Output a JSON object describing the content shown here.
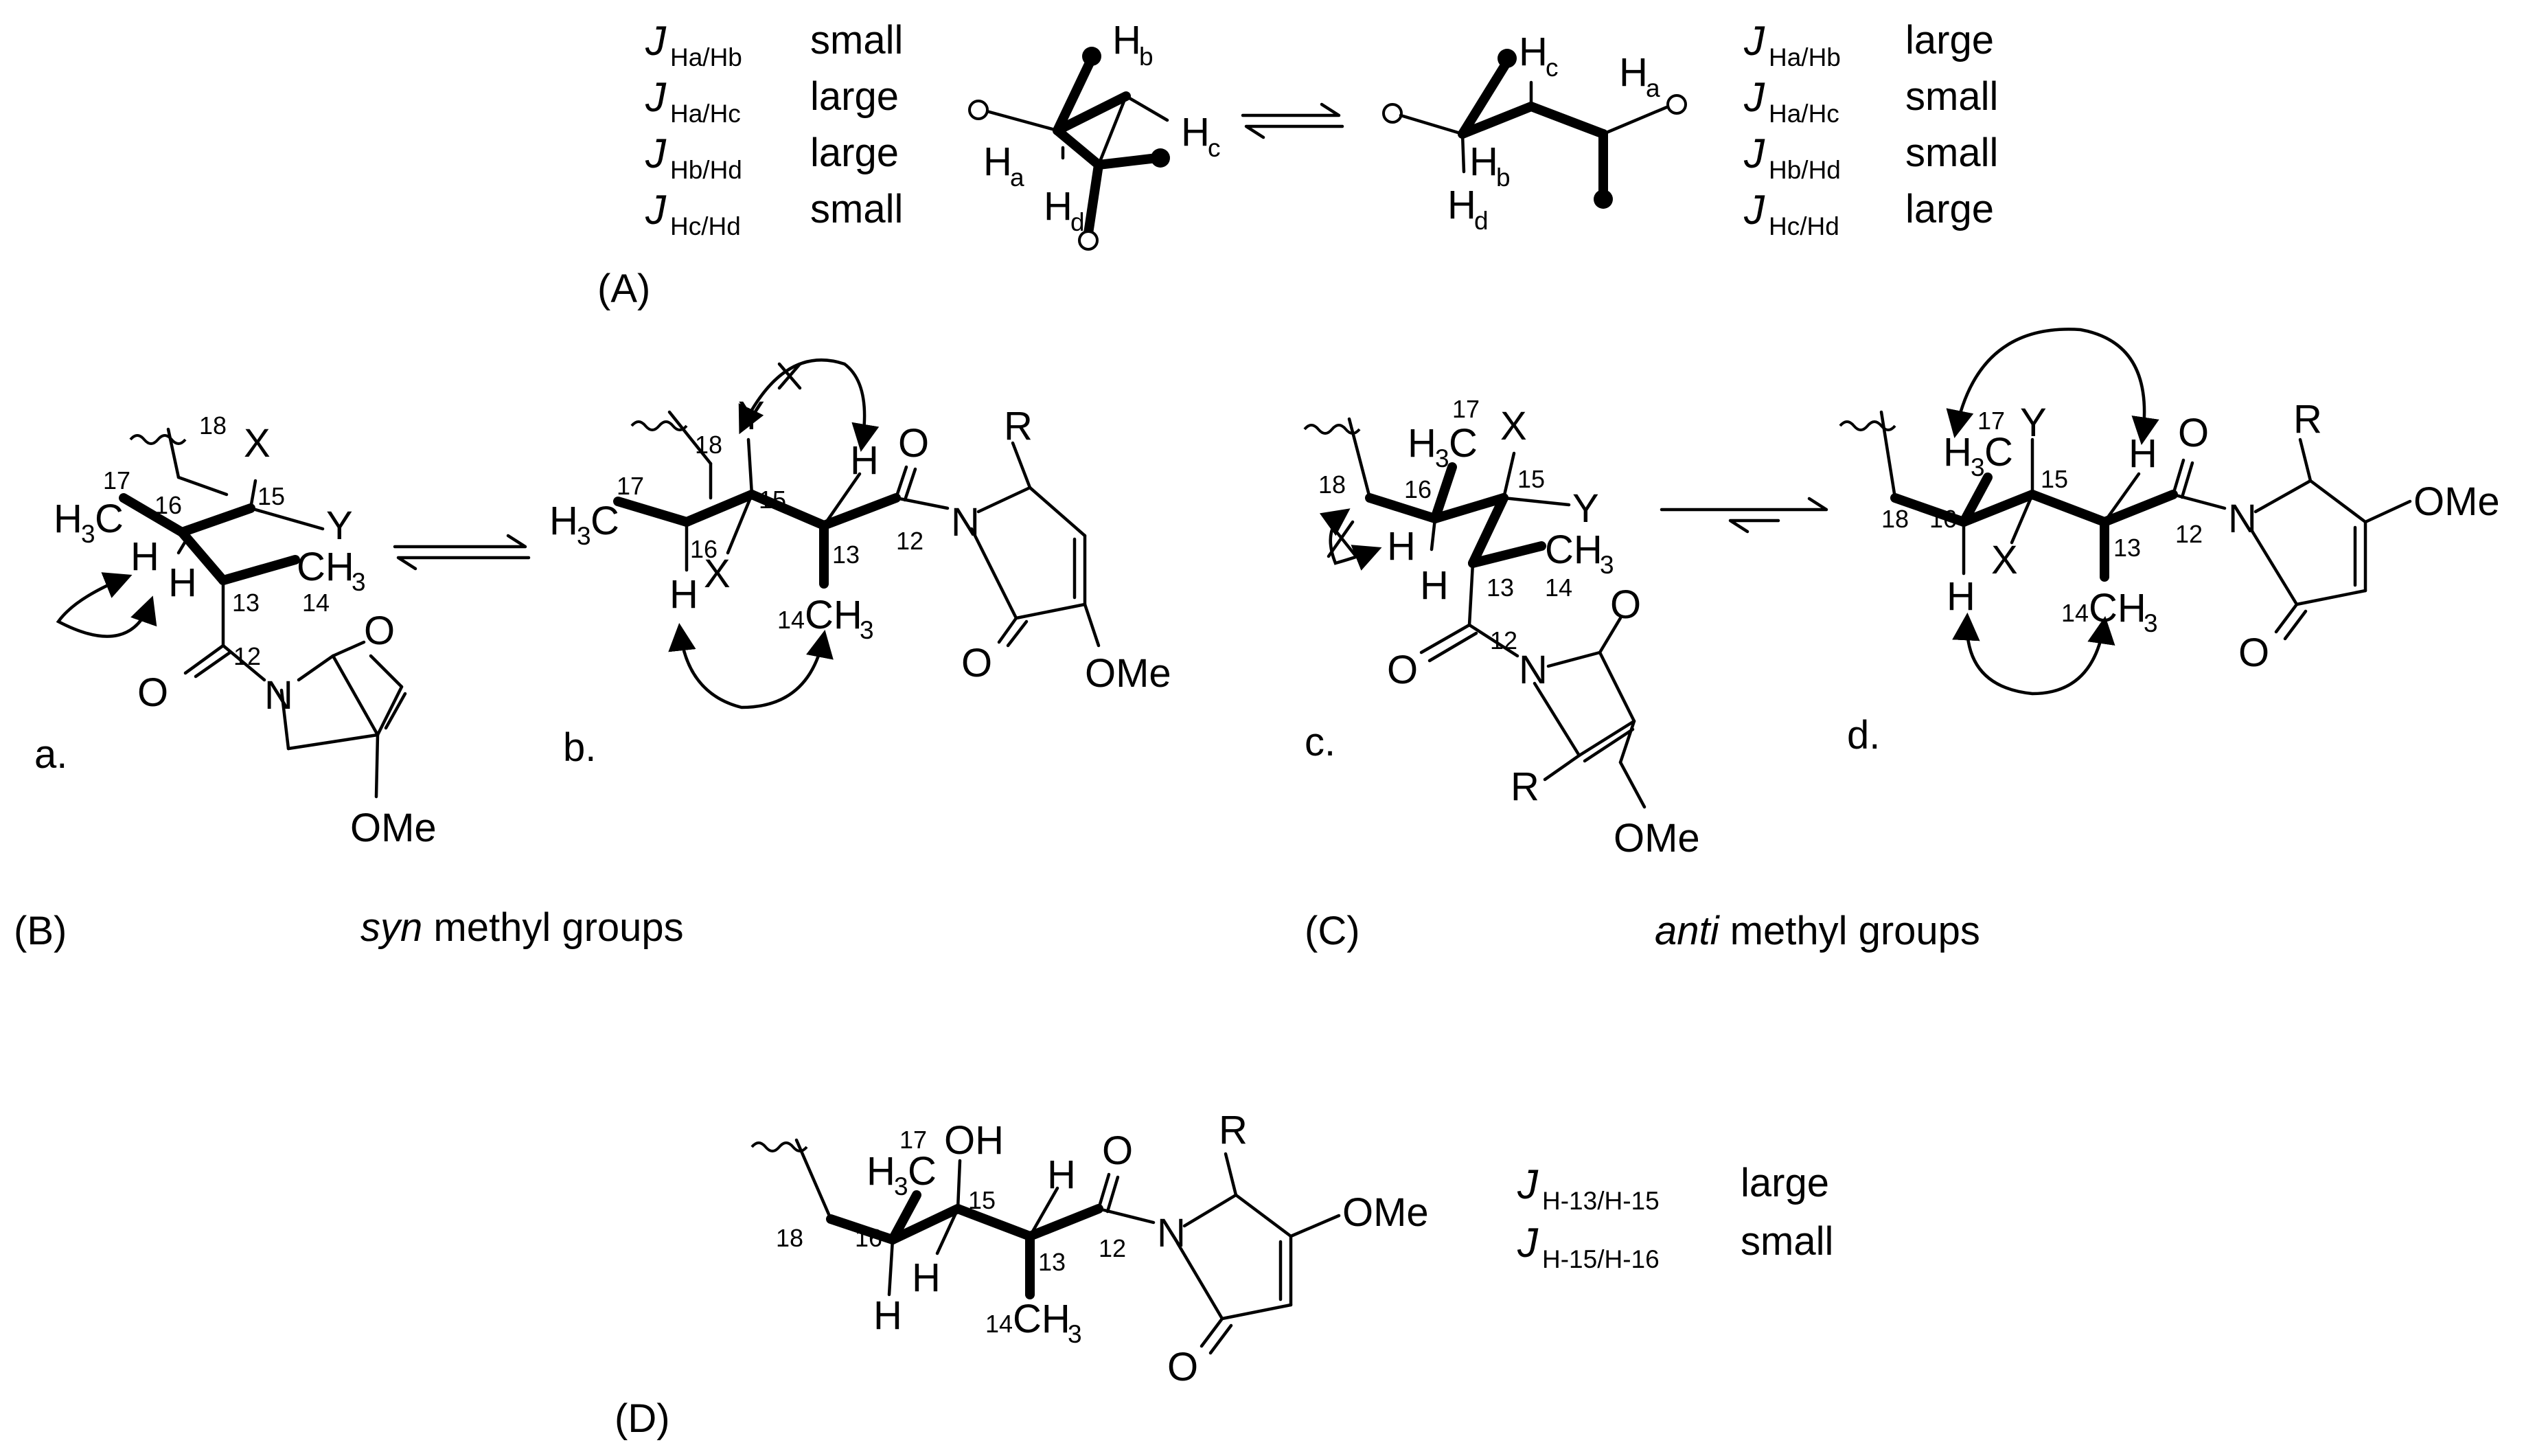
{
  "panelA": {
    "label": "(A)",
    "left_rows": [
      {
        "sub": "Ha/Hb",
        "value": "small"
      },
      {
        "sub": "Ha/Hc",
        "value": "large"
      },
      {
        "sub": "Hb/Hd",
        "value": "large"
      },
      {
        "sub": "Hc/Hd",
        "value": "small"
      }
    ],
    "right_rows": [
      {
        "sub": "Ha/Hb",
        "value": "large"
      },
      {
        "sub": "Ha/Hc",
        "value": "small"
      },
      {
        "sub": "Hb/Hd",
        "value": "small"
      },
      {
        "sub": "Hc/Hd",
        "value": "large"
      }
    ],
    "J": "J",
    "atoms": {
      "H": "H",
      "a": "a",
      "b": "b",
      "c": "c",
      "d": "d"
    }
  },
  "panelB": {
    "label": "(B)",
    "caption_em": "syn",
    "caption_rest": " methyl groups",
    "sub_a": "a.",
    "sub_b": "b."
  },
  "panelC": {
    "label": "(C)",
    "caption_em": "anti",
    "caption_rest": " methyl groups",
    "sub_c": "c.",
    "sub_d": "d."
  },
  "panelD": {
    "label": "(D)",
    "rows": [
      {
        "sub": "H-13/H-15",
        "value": "large"
      },
      {
        "sub": "H-15/H-16",
        "value": "small"
      }
    ]
  },
  "atoms": {
    "H": "H",
    "X": "X",
    "Y": "Y",
    "R": "R",
    "N": "N",
    "O": "O",
    "OMe": "OMe",
    "OH": "OH",
    "CH": "CH",
    "C": "C",
    "three": "3",
    "n12": "12",
    "n13": "13",
    "n14": "14",
    "n15": "15",
    "n16": "16",
    "n17": "17",
    "n18": "18"
  }
}
